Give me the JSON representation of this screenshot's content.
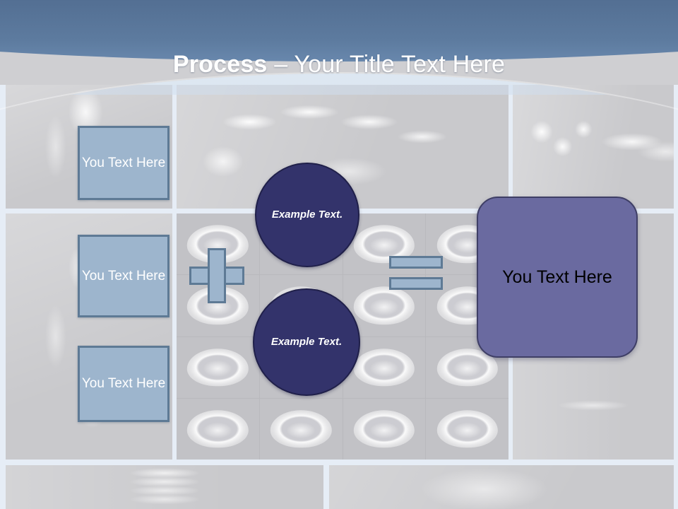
{
  "slide": {
    "title_bold": "Process",
    "title_rest": " – Your Title Text Here"
  },
  "diagram": {
    "input_boxes": [
      {
        "label": "You Text Here"
      },
      {
        "label": "You Text Here"
      },
      {
        "label": "You Text Here"
      }
    ],
    "operator_plus": "+",
    "operator_equals": "=",
    "circles": [
      {
        "label": "Example Text."
      },
      {
        "label": "Example Text."
      }
    ],
    "result": {
      "label": "You Text Here"
    }
  },
  "colors": {
    "header_top": "#536f93",
    "header_bottom": "#7d9cc2",
    "box_fill": "#9db5cd",
    "box_border": "#5e7a95",
    "circle_fill": "#33336b",
    "result_fill": "#6a6aa0",
    "result_border": "#3f3f66",
    "title_text": "#ffffff",
    "background": "#cfcfd2"
  }
}
